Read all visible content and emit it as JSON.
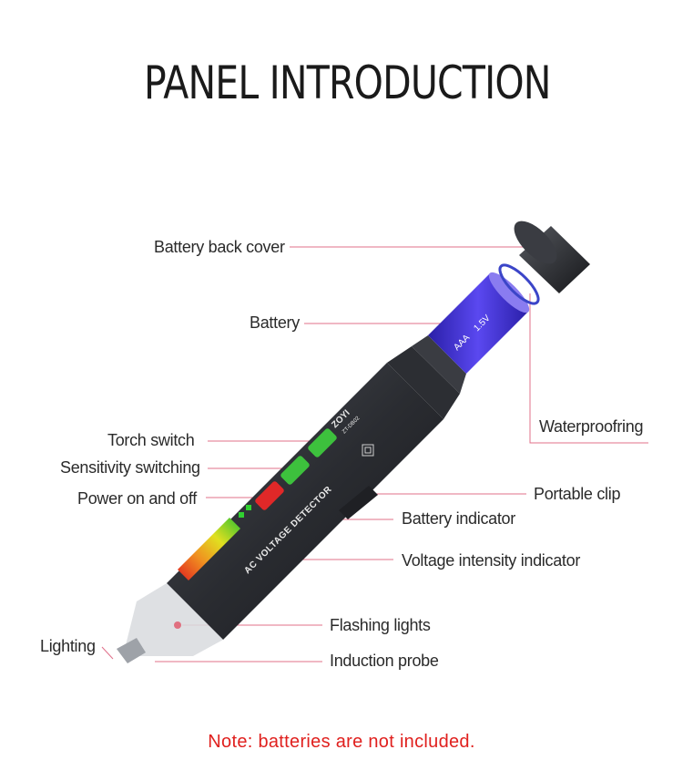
{
  "title": "PANEL INTRODUCTION",
  "labels": {
    "battery_back_cover": "Battery back cover",
    "battery": "Battery",
    "waterproof_ring": "Waterproofring",
    "torch_switch": "Torch switch",
    "sensitivity_switching": "Sensitivity switching",
    "power_on_off": "Power on and off",
    "portable_clip": "Portable clip",
    "battery_indicator": "Battery indicator",
    "voltage_intensity_indicator": "Voltage intensity indicator",
    "flashing_lights": "Flashing lights",
    "lighting": "Lighting",
    "induction_probe": "Induction probe"
  },
  "device": {
    "brand": "ZOYI",
    "model": "ZT-DB02",
    "body_text": "AC VOLTAGE DETECTOR",
    "battery_type": "AAA",
    "battery_voltage": "1.5V"
  },
  "colors": {
    "leader_line": "#e0708a",
    "note": "#e0201e",
    "battery_blue": "#3f2fd0",
    "o_ring": "#3b45c8"
  },
  "note": "Note: batteries are not included."
}
